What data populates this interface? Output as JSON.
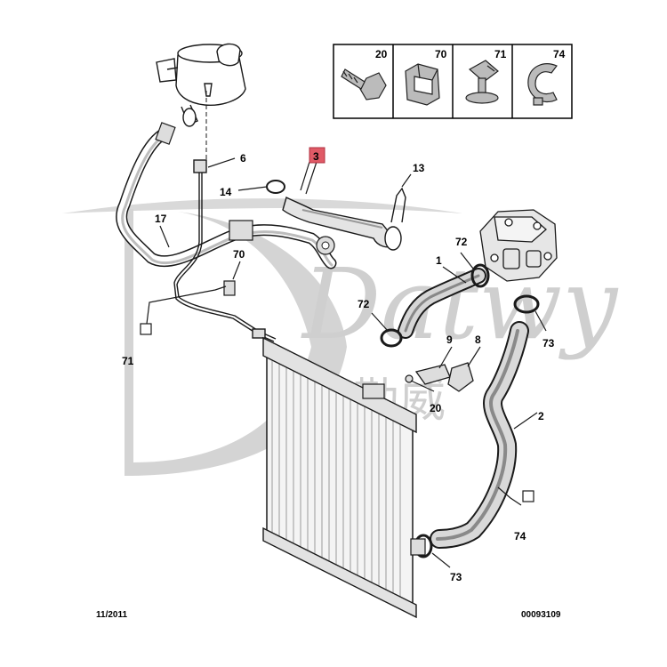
{
  "watermark": {
    "brand": "Datwy",
    "cjk": "德勒威"
  },
  "legend_box": {
    "cells": [
      {
        "label": "20"
      },
      {
        "label": "70"
      },
      {
        "label": "71"
      },
      {
        "label": "74"
      }
    ]
  },
  "callouts": {
    "p1": "1",
    "p2": "2",
    "p3": "3",
    "p6": "6",
    "p8": "8",
    "p9": "9",
    "p13": "13",
    "p14": "14",
    "p17": "17",
    "p20": "20",
    "p70": "70",
    "p71": "71",
    "p72a": "72",
    "p72b": "72",
    "p73a": "73",
    "p73b": "73",
    "p74": "74"
  },
  "footer": {
    "date": "11/2011",
    "ref": "00093109"
  },
  "colors": {
    "highlight": "#e05a66",
    "line": "#1a1a1a"
  }
}
